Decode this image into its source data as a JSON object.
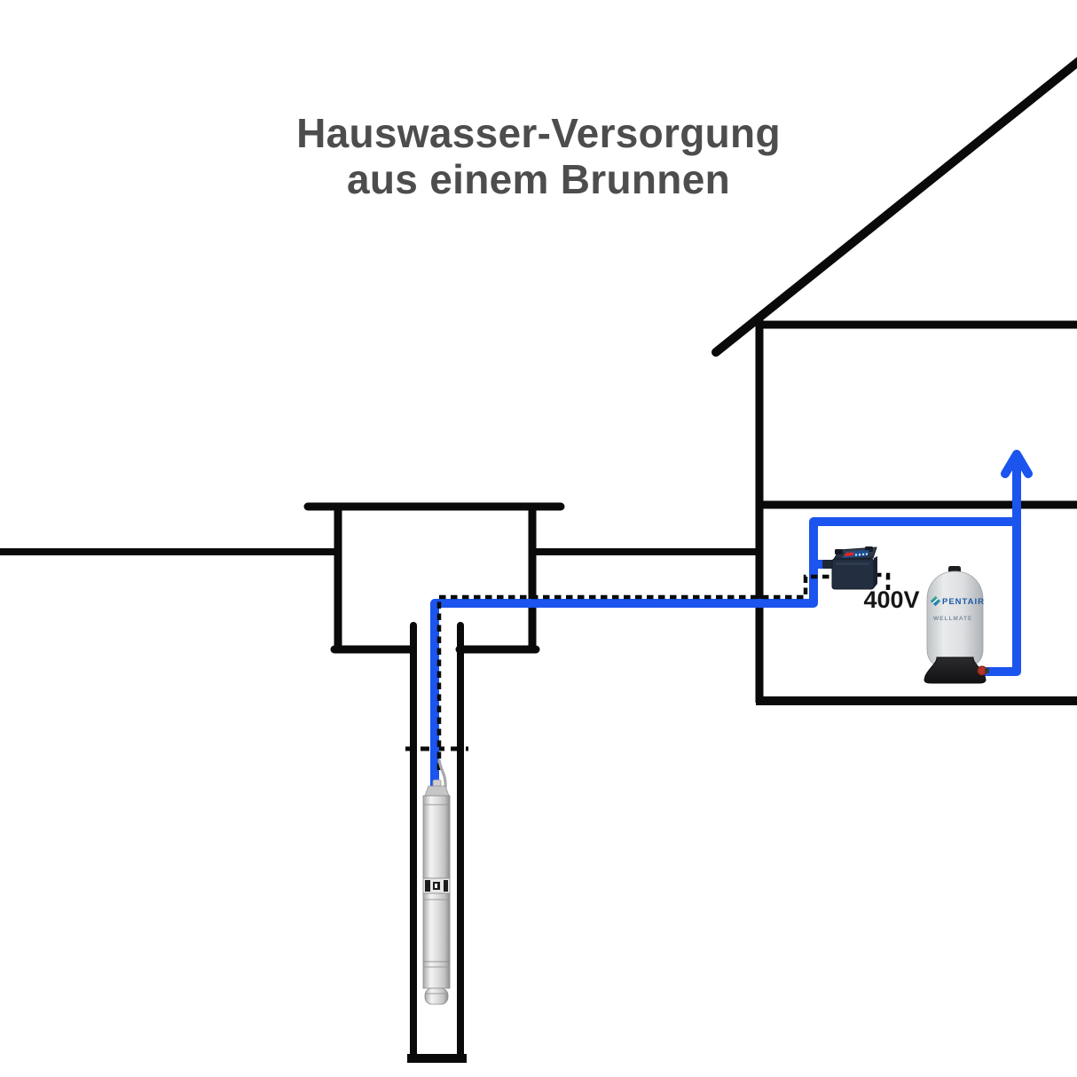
{
  "title": {
    "line1": "Hauswasser-Versorgung",
    "line2": "aus einem Brunnen"
  },
  "house": {
    "voltage_label": "400V"
  },
  "tank": {
    "brand": "PENTAIR",
    "model": "WELLMATE"
  },
  "icons": {
    "flow_arrow": "arrow-up-icon",
    "pump": "submersible-pump-illustration",
    "controller": "pump-controller-illustration",
    "pressure_tank": "pressure-tank-illustration"
  },
  "colors": {
    "outline_black": "#0a0a0a",
    "pipe_blue": "#1b54ee",
    "title_grey": "#4d4d4d",
    "label_black": "#161616",
    "brand_blue": "#1d5ca6",
    "model_grey": "#7c8da0"
  }
}
